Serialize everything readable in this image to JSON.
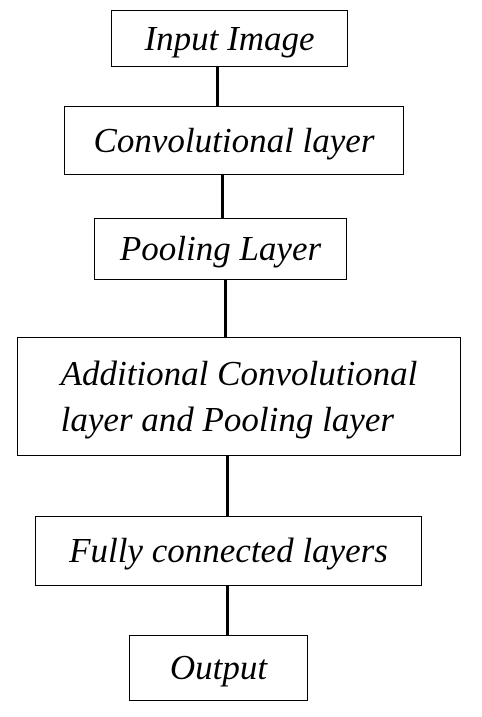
{
  "diagram": {
    "nodes": [
      {
        "id": "input",
        "label": "Input Image"
      },
      {
        "id": "conv",
        "label": "Convolutional layer"
      },
      {
        "id": "pool",
        "label": "Pooling Layer"
      },
      {
        "id": "additional",
        "lines": [
          "Additional Convolutional",
          "layer and Pooling layer"
        ]
      },
      {
        "id": "fc",
        "label": "Fully connected layers"
      },
      {
        "id": "output",
        "label": "Output"
      }
    ],
    "edges": [
      {
        "from": "input",
        "to": "conv"
      },
      {
        "from": "conv",
        "to": "pool"
      },
      {
        "from": "pool",
        "to": "additional"
      },
      {
        "from": "additional",
        "to": "fc"
      },
      {
        "from": "fc",
        "to": "output"
      }
    ],
    "colors": {
      "stroke": "#000000",
      "fill": "#ffffff",
      "text": "#000000"
    }
  }
}
